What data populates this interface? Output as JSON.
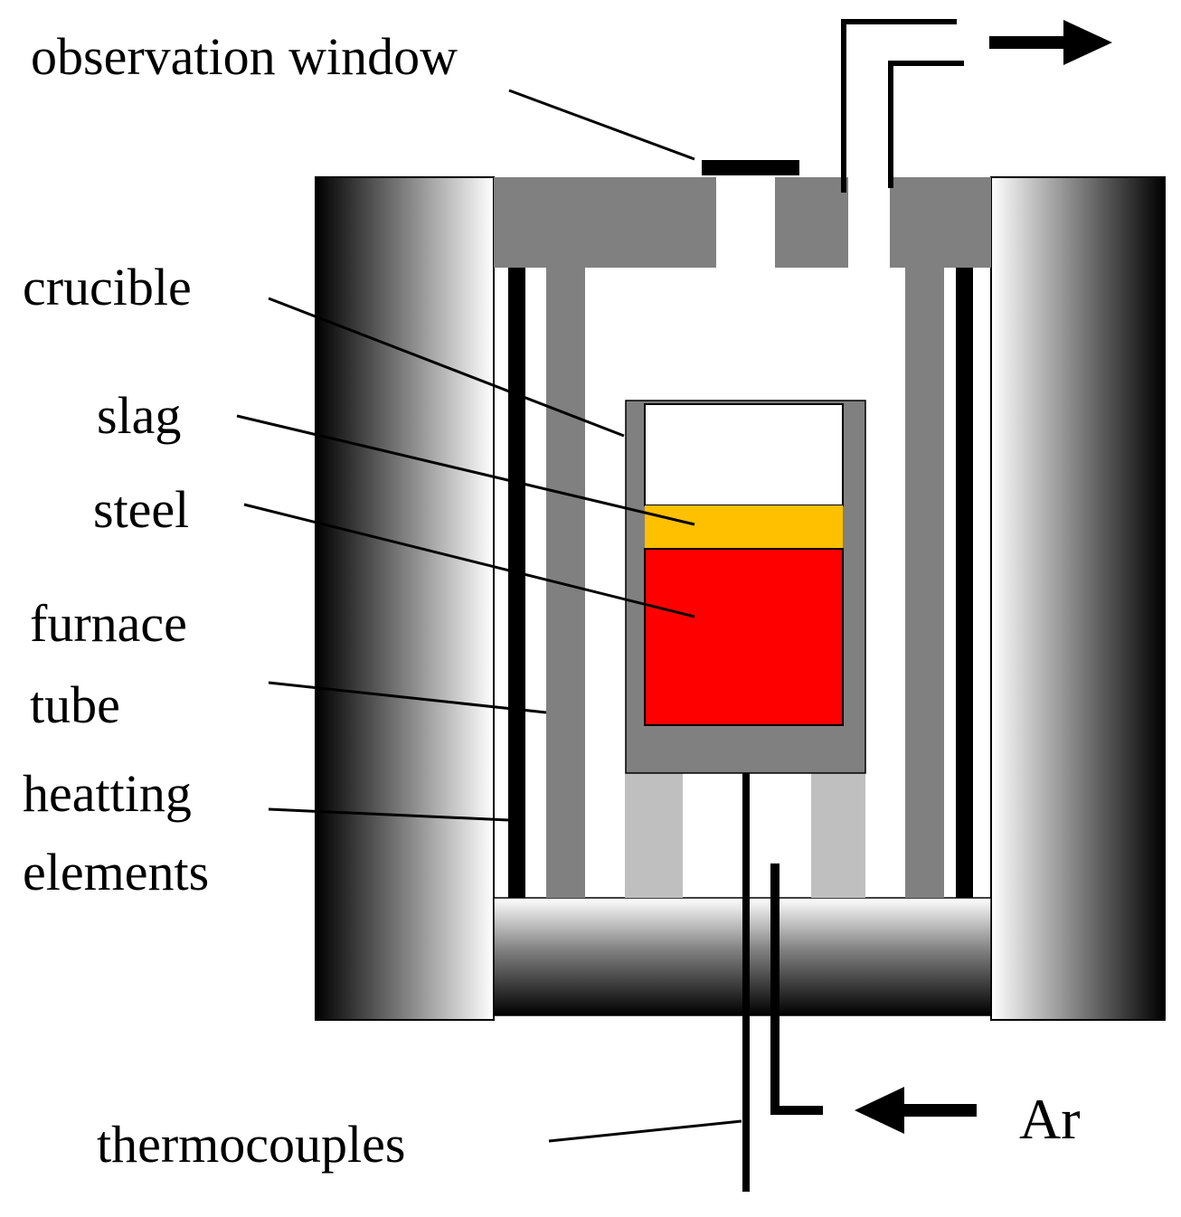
{
  "labels": {
    "observation_window": "observation window",
    "crucible": "crucible",
    "slag": "slag",
    "steel": "steel",
    "furnace_tube_line1": "furnace",
    "furnace_tube_line2": "tube",
    "heating_elements_line1": "heatting",
    "heating_elements_line2": "elements",
    "thermocouples": "thermocouples",
    "argon": "Ar"
  },
  "colors": {
    "slag": "#ffc000",
    "steel": "#ff0000",
    "crucible": "#808080",
    "lid": "#808080",
    "furnace_tube": "#808080",
    "support": "#bfbfbf",
    "heating_element": "#000000",
    "outline": "#000000"
  }
}
